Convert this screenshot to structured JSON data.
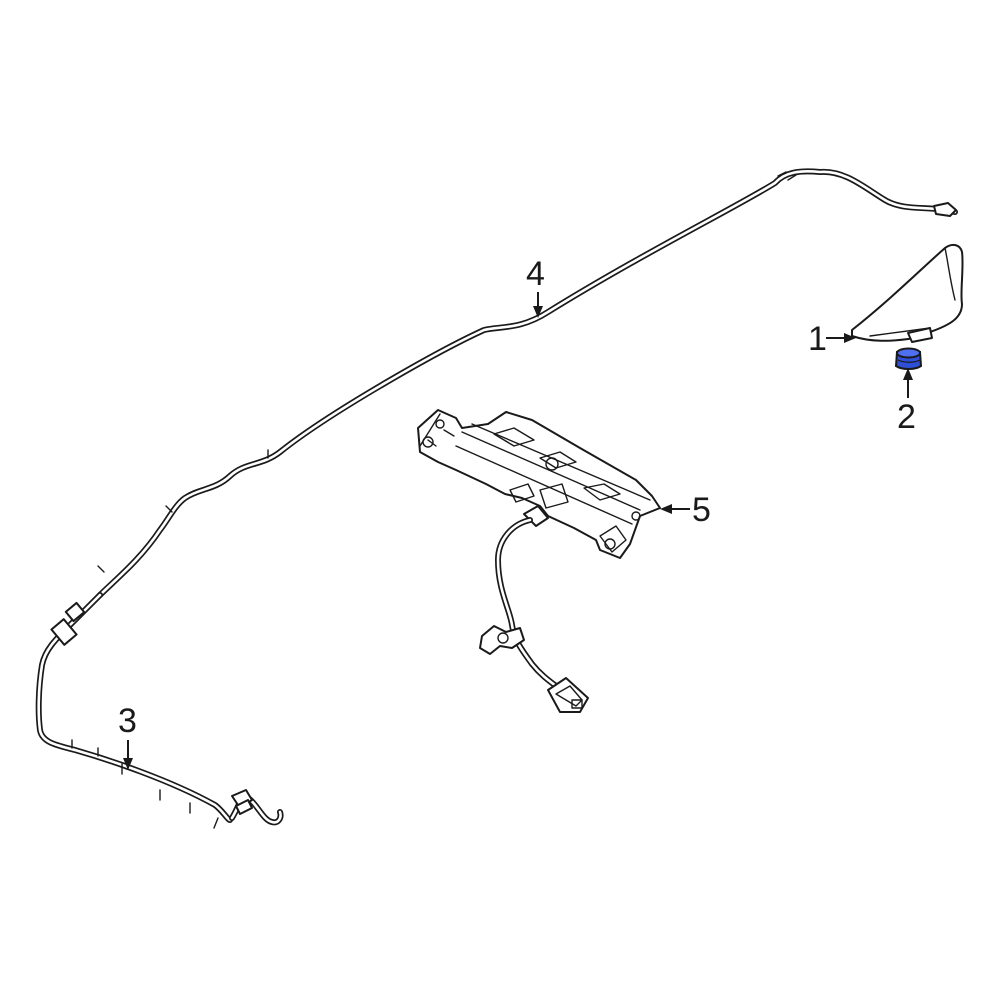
{
  "callouts": {
    "c1": "1",
    "c2": "2",
    "c3": "3",
    "c4": "4",
    "c5": "5"
  },
  "colors": {
    "line": "#1a1a1a",
    "highlight_part": "#2f4fd6",
    "background": "#ffffff"
  }
}
